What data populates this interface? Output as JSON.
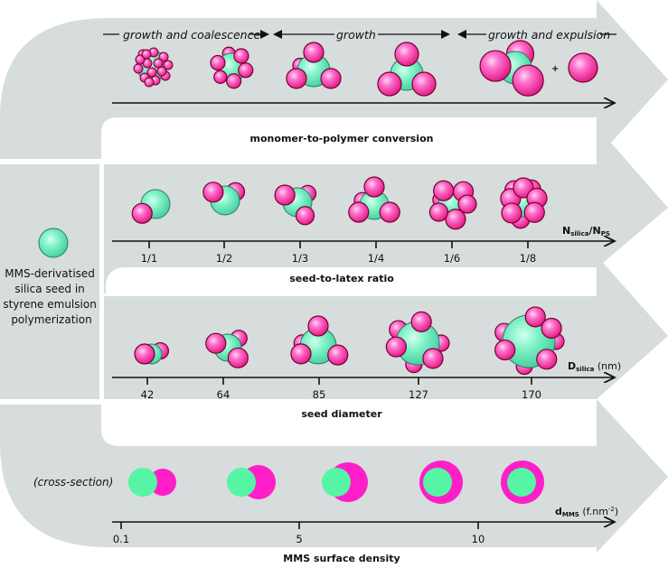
{
  "colors": {
    "band": "#d6dddc",
    "white": "#ffffff",
    "silica": "#5ef0b0",
    "silica_shade": "#3fcf98",
    "polymer": "#ff33bb",
    "polymer_highlight": "#ffc0e8",
    "polymer_stroke": "#7a0030",
    "silica_stroke": "#2f7a66",
    "axis": "#111111",
    "crosssection_polymer": "#ff1ec8",
    "crosssection_silica": "#55f5a5"
  },
  "left_panel": {
    "seed_caption_lines": [
      "MMS-derivatised",
      "silica seed in",
      "styrene emulsion",
      "polymerization"
    ]
  },
  "rows": [
    {
      "id": "conversion",
      "stage_labels": {
        "stage1": "growth and coalescence",
        "stage2": "growth",
        "stage3": "growth and expulsion"
      },
      "caption": "monomer-to-polymer conversion",
      "plus_sign": "+"
    },
    {
      "id": "ratio",
      "axis_label_main": "N",
      "axis_label_sub1": "silica",
      "axis_label_sep": "/N",
      "axis_label_sub2": "PS",
      "ticks": [
        "1/1",
        "1/2",
        "1/3",
        "1/4",
        "1/6",
        "1/8"
      ],
      "caption": "seed-to-latex ratio"
    },
    {
      "id": "diameter",
      "axis_label_main": "D",
      "axis_label_sub": "silica",
      "axis_label_unit": " (nm)",
      "ticks": [
        "42",
        "64",
        "85",
        "127",
        "170"
      ],
      "caption": "seed diameter"
    },
    {
      "id": "density",
      "side_label": "(cross-section)",
      "axis_label_main": "d",
      "axis_label_sub": "MMS",
      "axis_label_unit": " (f.nm",
      "axis_label_sup": "-2",
      "axis_label_close": ")",
      "ticks": [
        "0.1",
        "5",
        "10"
      ],
      "caption": "MMS surface density"
    }
  ]
}
